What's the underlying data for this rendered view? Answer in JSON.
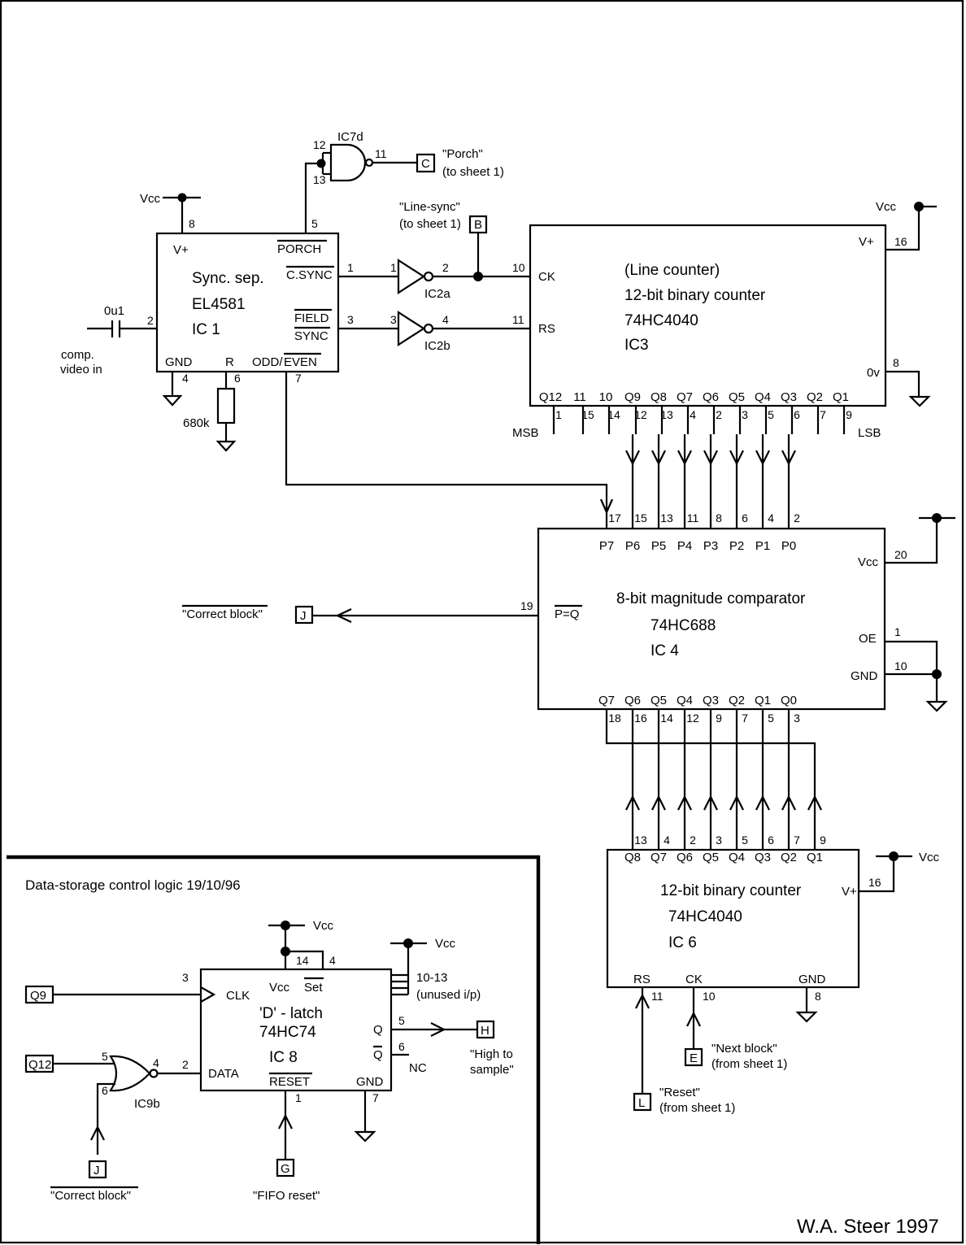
{
  "ic1": {
    "lbl_vplus": "V+",
    "lbl_porch": "PORCH",
    "lbl_csync": "C.SYNC",
    "lbl_field": "FIELD",
    "lbl_sync": "SYNC",
    "lbl_gnd": "GND",
    "lbl_r": "R",
    "lbl_odd": "ODD/",
    "lbl_even": "EVEN",
    "line1": "Sync. sep.",
    "line2": "EL4581",
    "line3": "IC 1",
    "pin_vplus": "8",
    "pin_porch": "5",
    "pin_csync": "1",
    "pin_field": "3",
    "pin_in": "2",
    "pin_gnd": "4",
    "pin_r": "6",
    "pin_odd": "7"
  },
  "ic1_vcc": "Vcc",
  "cap": {
    "label": "0u1"
  },
  "video_in": {
    "line1": "comp.",
    "line2": "video in"
  },
  "res": {
    "label": "680k"
  },
  "ic7d": {
    "label": "IC7d",
    "pin_a": "12",
    "pin_b": "13",
    "pin_out": "11"
  },
  "conn_c": {
    "letter": "C",
    "line1": "\"Porch\"",
    "line2": "(to sheet 1)"
  },
  "conn_b": {
    "letter": "B",
    "line1": "\"Line-sync\"",
    "line2": "(to sheet 1)"
  },
  "ic2a": {
    "label": "IC2a",
    "pin_in": "1",
    "pin_out": "2"
  },
  "ic2b": {
    "label": "IC2b",
    "pin_in": "3",
    "pin_out": "4"
  },
  "ic3": {
    "line1": "(Line counter)",
    "line2": "12-bit binary counter",
    "line3": "74HC4040",
    "line4": "IC3",
    "lbl_ck": "CK",
    "lbl_rs": "RS",
    "lbl_vplus": "V+",
    "lbl_0v": "0v",
    "pin_ck": "10",
    "pin_rs": "11",
    "pin_vplus": "16",
    "pin_0v": "8",
    "vcc": "Vcc",
    "msb": "MSB",
    "lsb": "LSB",
    "outputs": [
      "Q12",
      "11",
      "10",
      "Q9",
      "Q8",
      "Q7",
      "Q6",
      "Q5",
      "Q4",
      "Q3",
      "Q2",
      "Q1"
    ],
    "out_pins": [
      "1",
      "15",
      "14",
      "12",
      "13",
      "4",
      "2",
      "3",
      "5",
      "6",
      "7",
      "9"
    ]
  },
  "ic4": {
    "line1": "8-bit magnitude comparator",
    "line2": "74HC688",
    "line3": "IC 4",
    "lbl_vcc": "Vcc",
    "lbl_peq": "P=Q",
    "lbl_oe": "OE",
    "lbl_gnd": "GND",
    "pin_vcc": "20",
    "pin_peq": "19",
    "pin_oe": "1",
    "pin_gnd": "10",
    "p_labels": [
      "P7",
      "P6",
      "P5",
      "P4",
      "P3",
      "P2",
      "P1",
      "P0"
    ],
    "p_pins": [
      "17",
      "15",
      "13",
      "11",
      "8",
      "6",
      "4",
      "2"
    ],
    "q_labels": [
      "Q7",
      "Q6",
      "Q5",
      "Q4",
      "Q3",
      "Q2",
      "Q1",
      "Q0"
    ],
    "q_pins": [
      "18",
      "16",
      "14",
      "12",
      "9",
      "7",
      "5",
      "3"
    ]
  },
  "conn_j_top": {
    "letter": "J",
    "label": "\"Correct block\""
  },
  "ic6": {
    "line1": "12-bit binary counter",
    "line2": "74HC4040",
    "line3": "IC 6",
    "lbl_vplus": "V+",
    "lbl_rs": "RS",
    "lbl_ck": "CK",
    "lbl_gnd": "GND",
    "pin_vplus": "16",
    "pin_rs": "11",
    "pin_ck": "10",
    "pin_gnd": "8",
    "vcc": "Vcc",
    "q_labels": [
      "Q8",
      "Q7",
      "Q6",
      "Q5",
      "Q4",
      "Q3",
      "Q2",
      "Q1"
    ],
    "q_pins": [
      "13",
      "4",
      "2",
      "3",
      "5",
      "6",
      "7",
      "9"
    ]
  },
  "conn_e": {
    "letter": "E",
    "line1": "\"Next block\"",
    "line2": "(from sheet 1)"
  },
  "conn_l": {
    "letter": "L",
    "line1": "\"Reset\"",
    "line2": "(from sheet 1)"
  },
  "logic": {
    "title": "Data-storage control logic  19/10/96"
  },
  "ic8": {
    "line1": "'D' - latch",
    "line2": "74HC74",
    "line3": "IC 8",
    "lbl_clk": "CLK",
    "lbl_vcc": "Vcc",
    "lbl_set": "Set",
    "lbl_q": "Q",
    "lbl_qbar": "Q",
    "lbl_data": "DATA",
    "lbl_reset": "RESET",
    "lbl_gnd": "GND",
    "pin_clk": "3",
    "pin_vcc": "14",
    "pin_set": "4",
    "pin_q": "5",
    "pin_qbar": "6",
    "pin_data": "2",
    "pin_reset": "1",
    "pin_gnd": "7",
    "vcc1": "Vcc",
    "vcc2": "Vcc",
    "unused1": "10-13",
    "unused2": "(unused i/p)",
    "nc": "NC"
  },
  "ic9b": {
    "label": "IC9b",
    "pin_a": "5",
    "pin_b": "6",
    "pin_out": "4"
  },
  "conn_q9": {
    "label": "Q9"
  },
  "conn_q12": {
    "label": "Q12"
  },
  "conn_j_bot": {
    "letter": "J",
    "label": "\"Correct block\""
  },
  "conn_g": {
    "letter": "G",
    "label": "\"FIFO reset\""
  },
  "conn_h": {
    "letter": "H",
    "line1": "\"High to",
    "line2": "sample\""
  },
  "author": "W.A. Steer 1997"
}
